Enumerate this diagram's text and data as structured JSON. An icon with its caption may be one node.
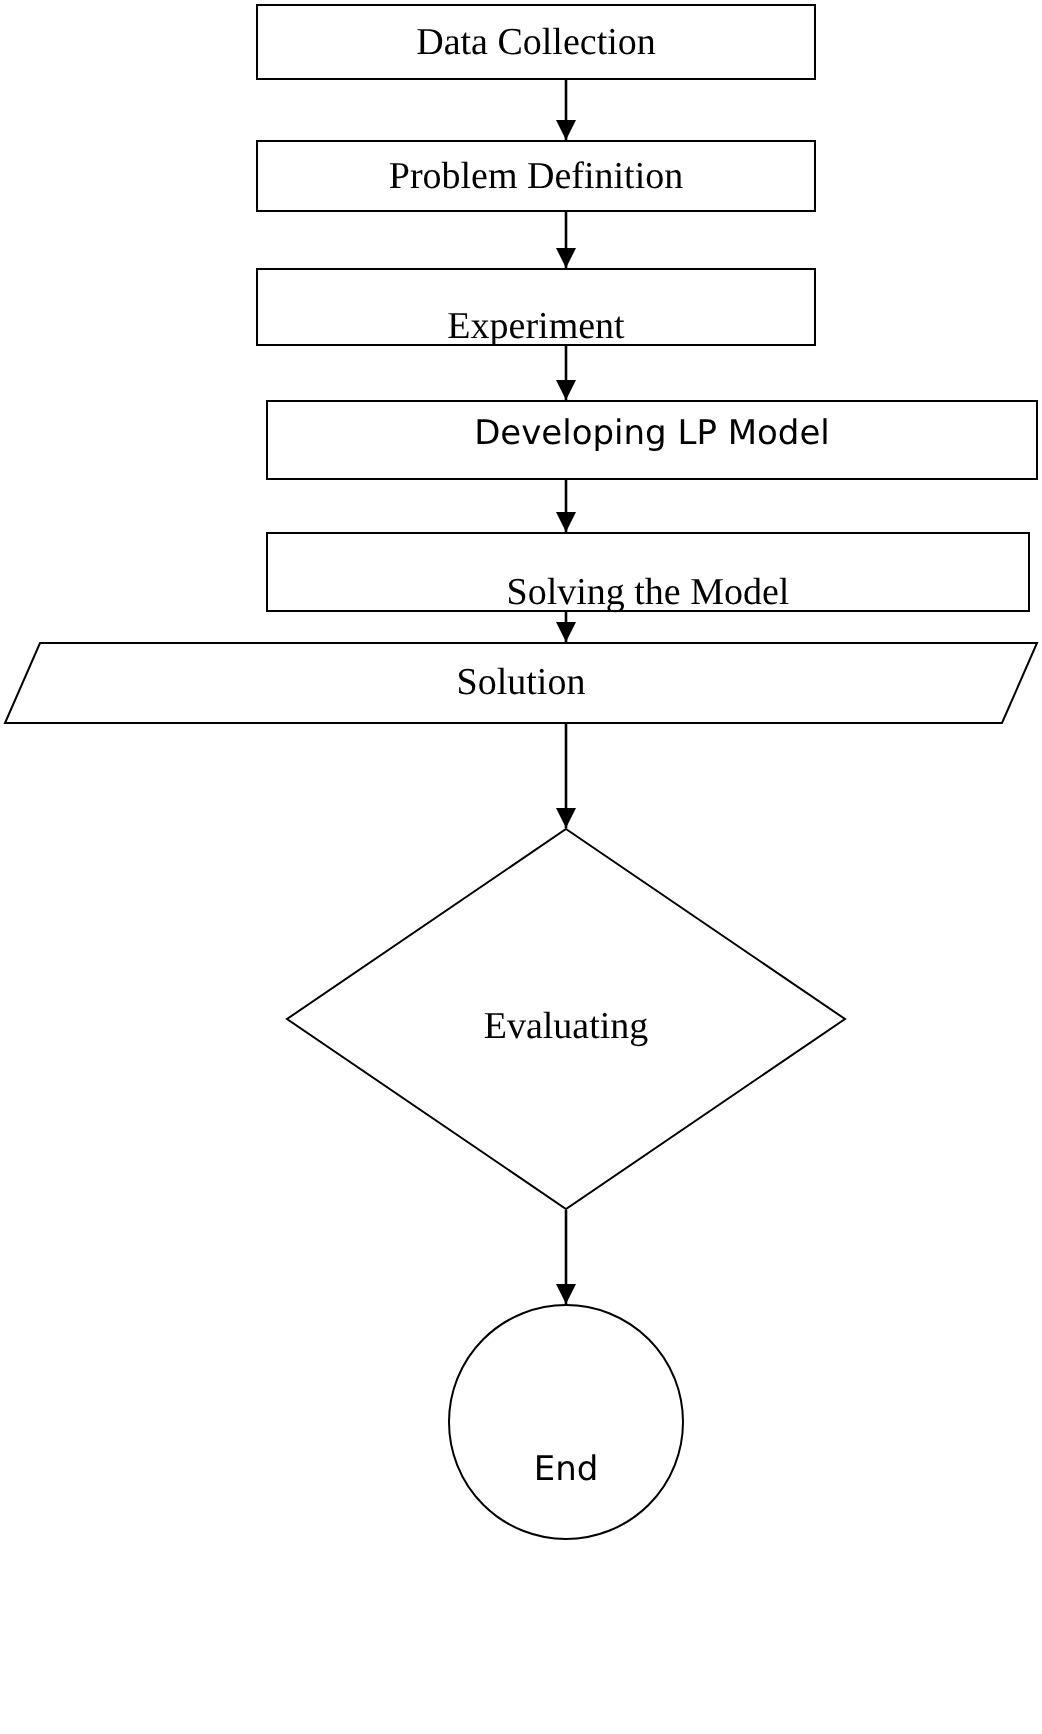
{
  "diagram": {
    "nodes": [
      {
        "text": [
          "Data Collection"
        ]
      },
      {
        "text": [
          "Problem Definition"
        ]
      },
      {
        "text": [
          "Experiment"
        ]
      },
      {
        "text": [
          "Developing LP Model"
        ]
      },
      {
        "text": [
          "Solving the Model"
        ]
      },
      {
        "text": [
          "Solution"
        ]
      },
      {
        "text": [
          "Evaluating"
        ]
      },
      {
        "text": [
          "End"
        ]
      }
    ],
    "edges": [
      {
        "from": 0,
        "to": 1,
        "arrow": "to"
      },
      {
        "from": 1,
        "to": 2,
        "arrow": "to"
      },
      {
        "from": 2,
        "to": 3,
        "arrow": "to"
      },
      {
        "from": 3,
        "to": 4,
        "arrow": "to"
      },
      {
        "from": 4,
        "to": 5,
        "arrow": "to"
      },
      {
        "from": 5,
        "to": 6,
        "arrow": "to"
      },
      {
        "from": 6,
        "to": 7,
        "arrow": "to"
      }
    ]
  }
}
